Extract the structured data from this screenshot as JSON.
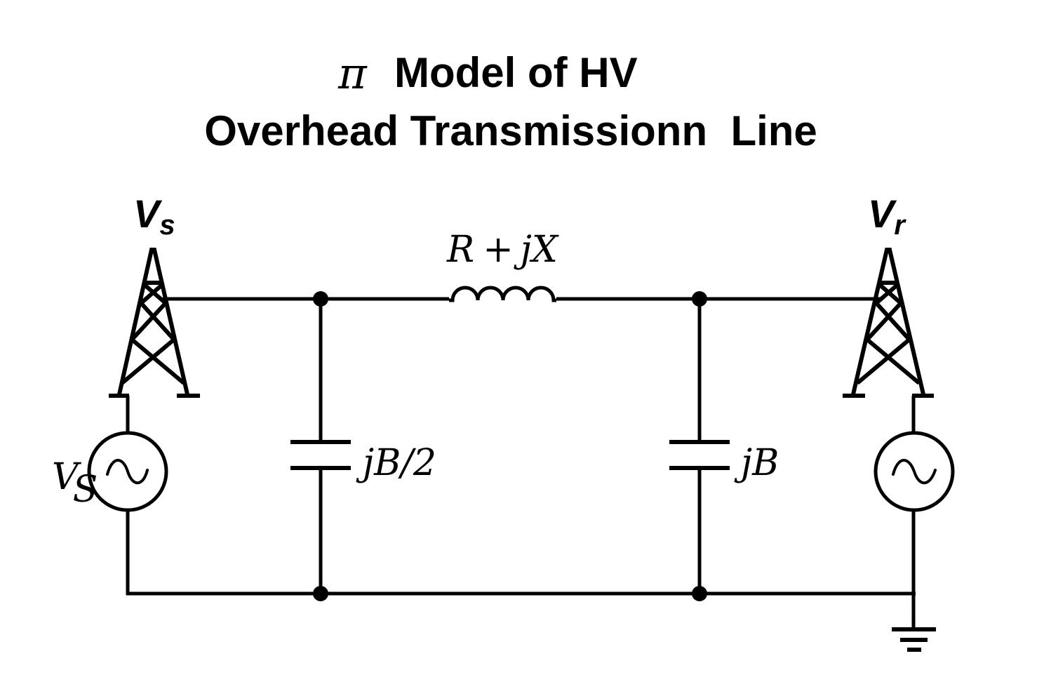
{
  "diagram": {
    "title": {
      "symbol": "π",
      "line1": "Model of HV",
      "line2": "Overhead Transmissionn  Line"
    },
    "sending_end": {
      "tower_label_main": "V",
      "tower_label_sub": "s",
      "source_label_main": "V",
      "source_label_sub": "S",
      "tower_icon": "transmission-tower-icon",
      "source_icon": "ac-voltage-source-icon"
    },
    "receiving_end": {
      "tower_label_main": "V",
      "tower_label_sub": "r",
      "tower_icon": "transmission-tower-icon",
      "source_icon": "ac-voltage-source-icon",
      "ground_icon": "ground-icon"
    },
    "series_impedance": {
      "label_R": "R",
      "label_plus": "+",
      "label_jX": "jX",
      "component": "inductor"
    },
    "shunt_left": {
      "label": "jB/2",
      "component": "capacitor"
    },
    "shunt_right": {
      "label": "jB",
      "component": "capacitor"
    },
    "colors": {
      "ink": "#000000",
      "background": "#ffffff"
    }
  }
}
